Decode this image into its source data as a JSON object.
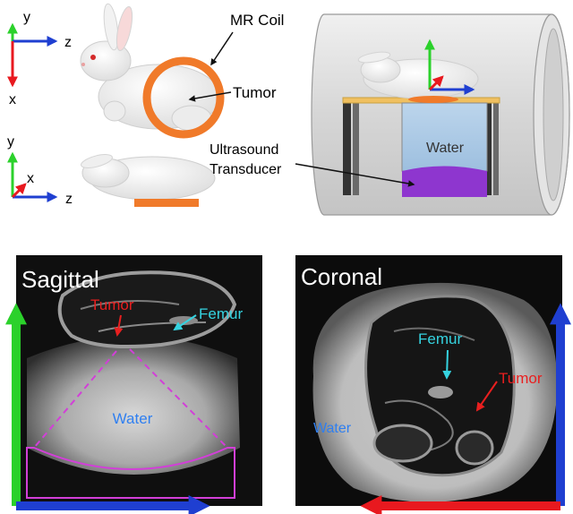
{
  "axes": {
    "top": {
      "y": "y",
      "z": "z",
      "x": "x"
    },
    "bottom": {
      "y": "y",
      "x": "x",
      "z": "z"
    }
  },
  "labels": {
    "mr_coil": "MR Coil",
    "tumor": "Tumor",
    "ultrasound_1": "Ultrasound",
    "ultrasound_2": "Transducer",
    "water": "Water"
  },
  "sagittal": {
    "title": "Sagittal",
    "tumor": "Tumor",
    "femur": "Femur",
    "water": "Water"
  },
  "coronal": {
    "title": "Coronal",
    "femur": "Femur",
    "tumor": "Tumor",
    "water": "Water"
  },
  "colors": {
    "axis_x": "#e8191f",
    "axis_y": "#2bd12b",
    "axis_z": "#1f3fd1",
    "coil": "#f07a2a",
    "pad": "#f0b860",
    "water": "#aac8e4",
    "transducer": "#9b3fd4",
    "label_red": "#e81f1f",
    "label_cyan": "#35d3e0",
    "label_blue": "#2f7ff0",
    "dashed_magenta": "#d23fd8"
  }
}
